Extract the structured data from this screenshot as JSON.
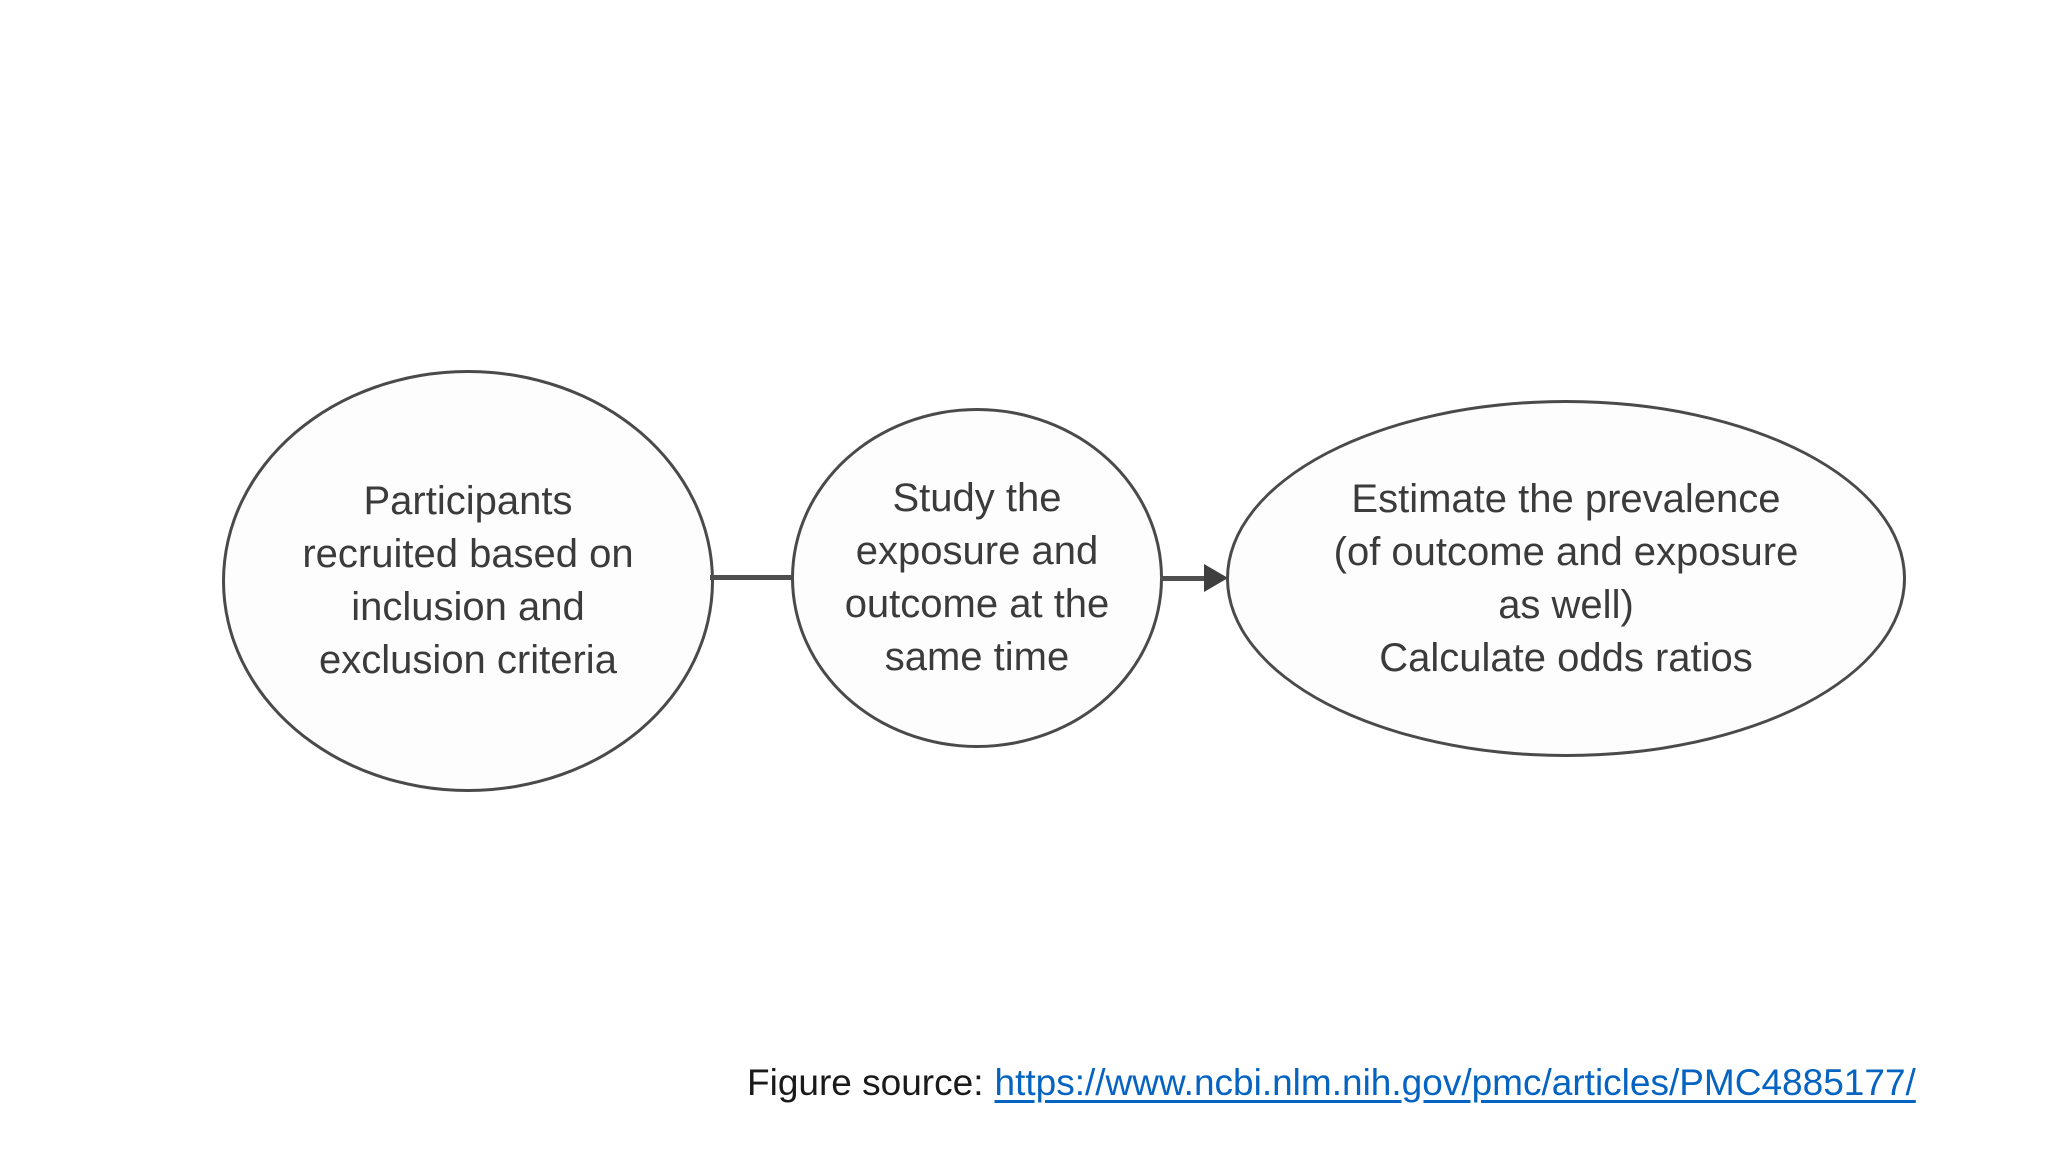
{
  "diagram": {
    "stroke_color": "#4a4a4a",
    "text_color": "#3b3b3b",
    "nodes": [
      {
        "name": "participants",
        "lines": [
          "Participants",
          "recruited based on",
          "inclusion and",
          "exclusion criteria"
        ]
      },
      {
        "name": "study",
        "lines": [
          "Study the",
          "exposure and",
          "outcome at the",
          "same time"
        ]
      },
      {
        "name": "estimate",
        "lines": [
          "Estimate the prevalence",
          "(of outcome and exposure",
          "as well)",
          "Calculate odds ratios"
        ]
      }
    ],
    "connectors": [
      {
        "from": "participants",
        "to": "study",
        "type": "line"
      },
      {
        "from": "study",
        "to": "estimate",
        "type": "arrow-right"
      }
    ]
  },
  "footer": {
    "label": "Figure source:",
    "link_text": "https://www.ncbi.nlm.nih.gov/pmc/articles/PMC4885177/",
    "link_color": "#0563c1"
  }
}
